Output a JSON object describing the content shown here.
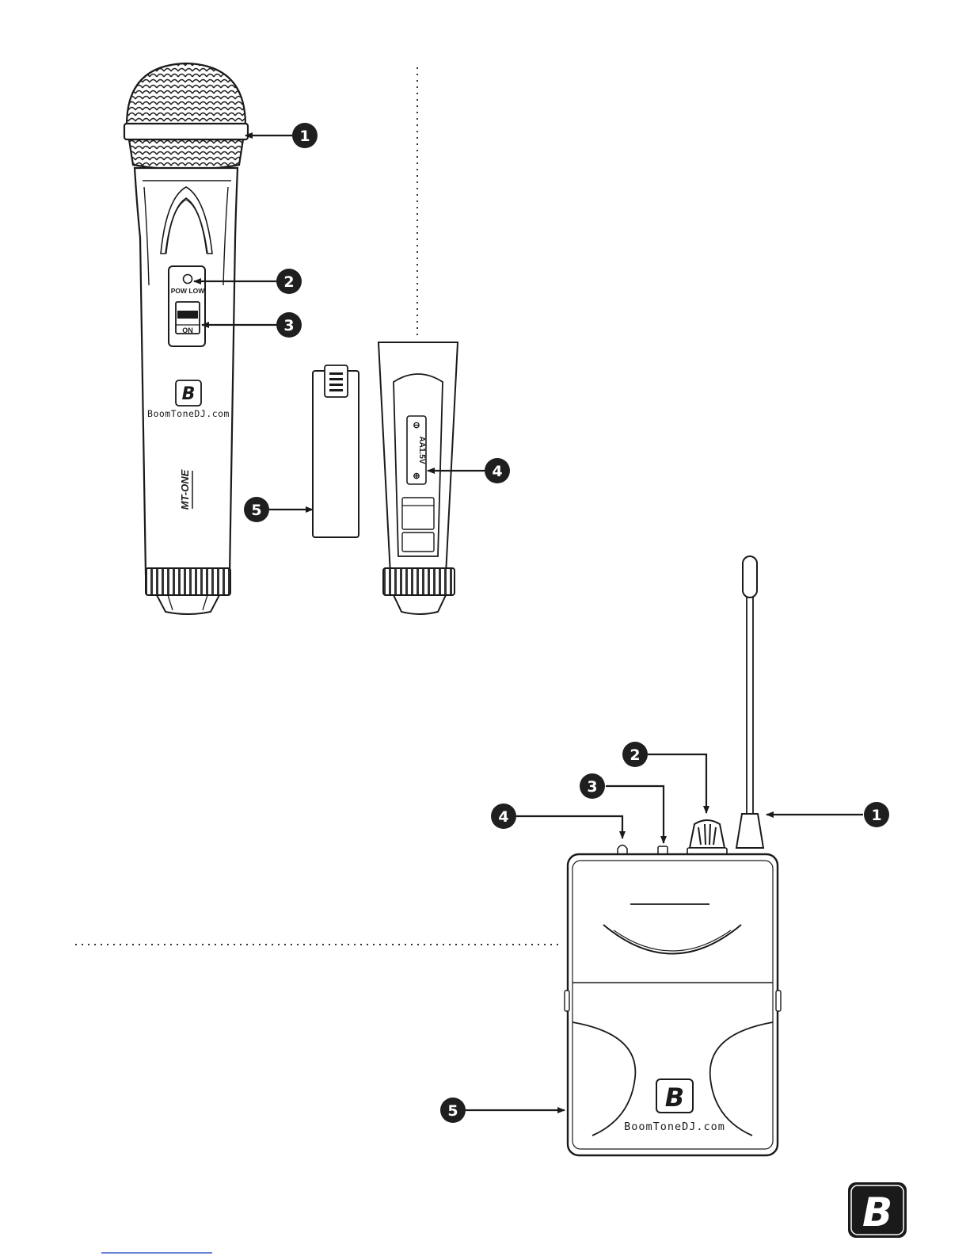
{
  "microphone": {
    "led_label": "POW LOW",
    "switch_label": "ON",
    "brand_mark": "B",
    "brand_url": "BoomToneDJ.com",
    "model": "MT-ONE",
    "battery_label": "AA1.5V",
    "callouts": [
      "1",
      "2",
      "3",
      "4",
      "5"
    ]
  },
  "transmitter": {
    "brand_mark": "B",
    "brand_url": "BoomToneDJ.com",
    "callouts": [
      "1",
      "2",
      "3",
      "4",
      "5"
    ]
  },
  "footer": {
    "logo_mark": "B"
  },
  "colors": {
    "ink": "#1a1a1a",
    "badge": "#1f1f1f",
    "footer_line": "#3355cc"
  }
}
